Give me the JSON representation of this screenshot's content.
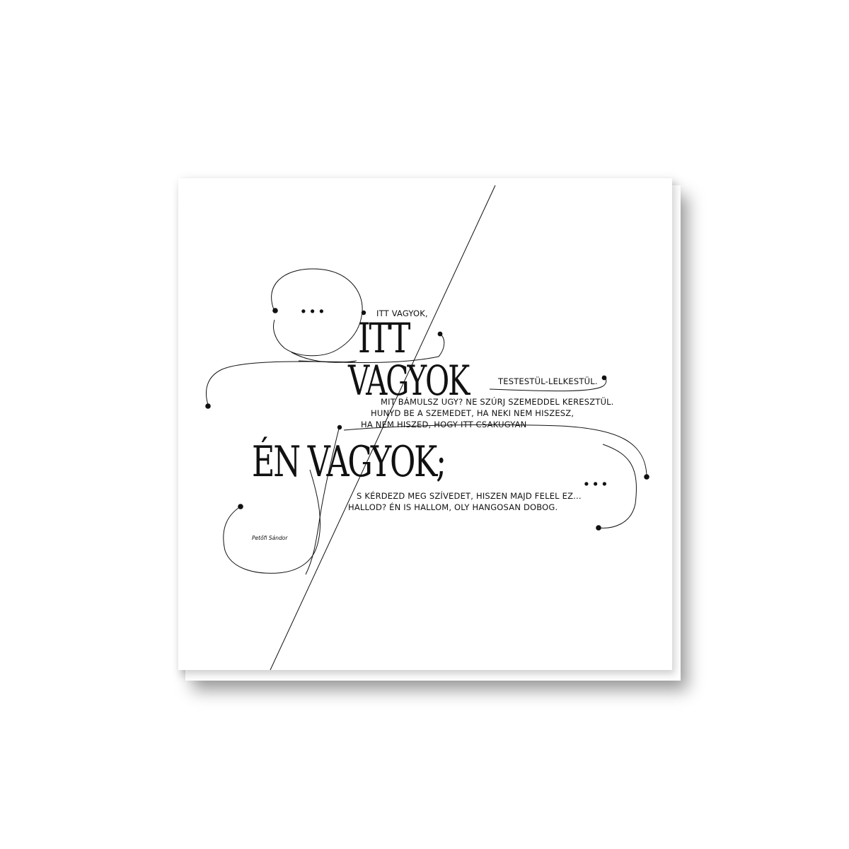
{
  "poem": {
    "small_top": "ITT VAGYOK,",
    "headline_1": "ITT",
    "headline_2": "VAGYOK",
    "inline_2": "TESTESTÜL-LELKESTÜL.",
    "line_3": "MIT BÁMULSZ UGY? NE SZÚRJ SZEMEDDEL KERESZTÜL.",
    "line_4": "HUNYD BE A SZEMEDET, HA NEKI NEM HISZESZ,",
    "line_5": "HA NEM HISZED, HOGY ITT CSAKUGYAN",
    "headline_3": "ÉN VAGYOK;",
    "line_6": "S KÉRDEZD MEG SZÍVEDET, HISZEN MAJD FELEL EZ...",
    "line_7": "HALLOD? ÉN IS HALLOM, OLY HANGOSAN DOBOG.",
    "ellipsis_left": "...",
    "ellipsis_right": "...",
    "author": "Petőfi Sándor"
  },
  "colors": {
    "ink": "#111111",
    "paper": "#ffffff"
  }
}
